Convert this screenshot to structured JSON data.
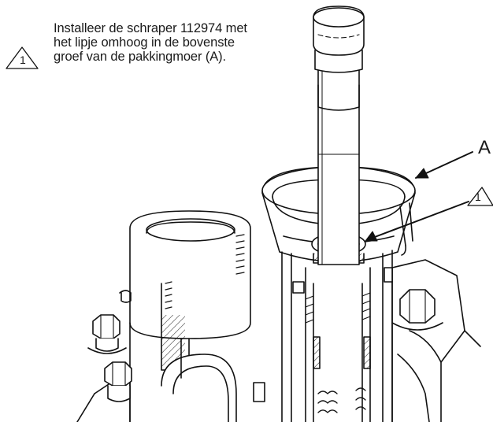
{
  "note": {
    "lines": [
      "Installeer de schraper 112974 met",
      "het lipje omhoog in de bovenste",
      "groef van de pakkingmoer (A)."
    ],
    "callout_number": "1"
  },
  "drawing": {
    "part_label": "A",
    "callout_number": "1"
  }
}
